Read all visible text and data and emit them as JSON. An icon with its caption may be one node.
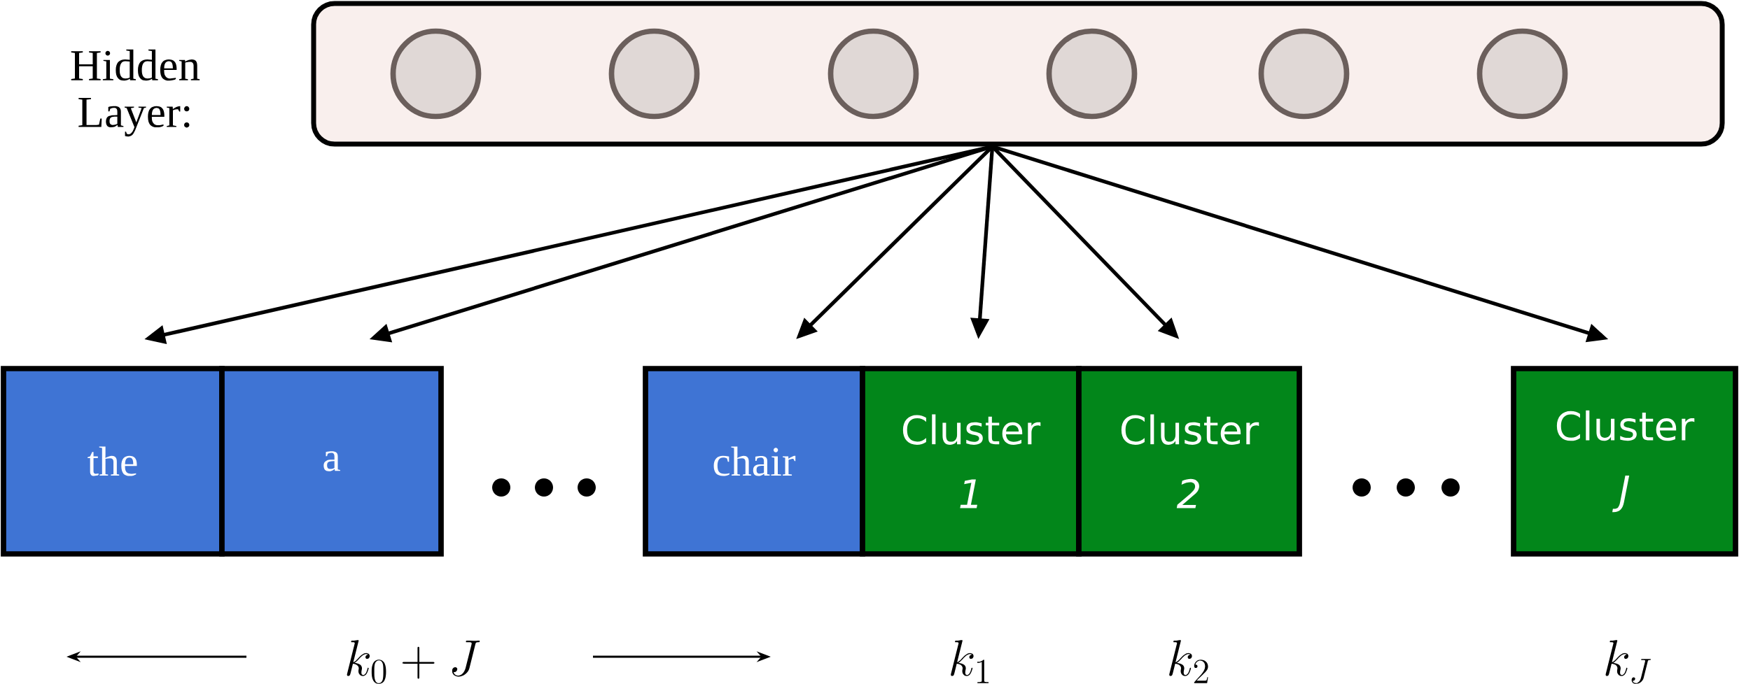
{
  "diagram": {
    "nodes": [
      {
        "text": [
          "Hidden Layer:"
        ]
      },
      {
        "text": [],
        "shape": "circle",
        "in": 0
      },
      {
        "text": [],
        "shape": "circle",
        "in": 0
      },
      {
        "text": [],
        "shape": "circle",
        "in": 0
      },
      {
        "text": [],
        "shape": "circle",
        "in": 0
      },
      {
        "text": [],
        "shape": "circle",
        "in": 0
      },
      {
        "text": [],
        "shape": "circle",
        "in": 0
      },
      {
        "text": [
          "the"
        ]
      },
      {
        "text": [
          "a"
        ]
      },
      {
        "text": [
          "chair"
        ]
      },
      {
        "text": [
          "Cluster",
          "1"
        ]
      },
      {
        "text": [
          "Cluster",
          "2"
        ]
      },
      {
        "text": [
          "Cluster",
          "J"
        ]
      }
    ],
    "edges": [
      {
        "from": 0,
        "to": 7,
        "arrow": "to"
      },
      {
        "from": 0,
        "to": 8,
        "arrow": "to"
      },
      {
        "from": 0,
        "to": 9,
        "arrow": "to"
      },
      {
        "from": 0,
        "to": 10,
        "arrow": "to"
      },
      {
        "from": 0,
        "to": 11,
        "arrow": "to"
      },
      {
        "from": 0,
        "to": 12,
        "arrow": "to"
      }
    ],
    "labels": [
      "k_0 + J",
      "k_1",
      "k_2",
      "k_J"
    ]
  }
}
